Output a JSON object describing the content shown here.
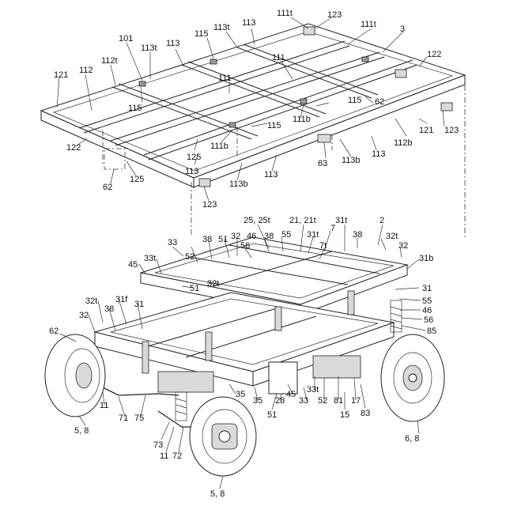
{
  "labels": {
    "upper_frame": [
      {
        "id": "l111t_a",
        "text": "111t"
      },
      {
        "id": "l123_a",
        "text": "123"
      },
      {
        "id": "l113t_a",
        "text": "113t"
      },
      {
        "id": "l113_a",
        "text": "113"
      },
      {
        "id": "l111t_b",
        "text": "111t"
      },
      {
        "id": "l3",
        "text": "3"
      },
      {
        "id": "l101",
        "text": "101"
      },
      {
        "id": "l115_a",
        "text": "115"
      },
      {
        "id": "l113t_b",
        "text": "113t"
      },
      {
        "id": "l113_b",
        "text": "113"
      },
      {
        "id": "l112t",
        "text": "112t"
      },
      {
        "id": "l112",
        "text": "112"
      },
      {
        "id": "l122_a",
        "text": "122"
      },
      {
        "id": "l121_a",
        "text": "121"
      },
      {
        "id": "l111_a",
        "text": "111"
      },
      {
        "id": "l111_b",
        "text": "111"
      },
      {
        "id": "l62_a",
        "text": "62"
      },
      {
        "id": "l115_b",
        "text": "115"
      },
      {
        "id": "l115_c",
        "text": "115"
      },
      {
        "id": "l111b_a",
        "text": "111b"
      },
      {
        "id": "l115_d",
        "text": "115"
      },
      {
        "id": "l121_b",
        "text": "121"
      },
      {
        "id": "l123_b",
        "text": "123"
      },
      {
        "id": "l122_b",
        "text": "122"
      },
      {
        "id": "l111b_b",
        "text": "111b"
      },
      {
        "id": "l112b",
        "text": "112b"
      },
      {
        "id": "l125_a",
        "text": "125"
      },
      {
        "id": "l125_b",
        "text": "125"
      },
      {
        "id": "l113_c",
        "text": "113"
      },
      {
        "id": "l63",
        "text": "63"
      },
      {
        "id": "l113b_a",
        "text": "113b"
      },
      {
        "id": "l113_d",
        "text": "113"
      },
      {
        "id": "l62_b",
        "text": "62"
      },
      {
        "id": "l113_e",
        "text": "113"
      },
      {
        "id": "l113b_b",
        "text": "113b"
      },
      {
        "id": "l123_c",
        "text": "123"
      }
    ],
    "lower_chassis": [
      {
        "id": "l25",
        "text": "25, 25t"
      },
      {
        "id": "l21",
        "text": "21, 21t"
      },
      {
        "id": "l31t_a",
        "text": "31t"
      },
      {
        "id": "l2",
        "text": "2"
      },
      {
        "id": "l33_a",
        "text": "33"
      },
      {
        "id": "l52_a",
        "text": "52"
      },
      {
        "id": "l38_a",
        "text": "38"
      },
      {
        "id": "l51_a",
        "text": "51"
      },
      {
        "id": "l32_a",
        "text": "32"
      },
      {
        "id": "l46_a",
        "text": "46"
      },
      {
        "id": "l38_b",
        "text": "38"
      },
      {
        "id": "l55_a",
        "text": "55"
      },
      {
        "id": "l31t_b",
        "text": "31t"
      },
      {
        "id": "l7",
        "text": "7"
      },
      {
        "id": "l38_c",
        "text": "38"
      },
      {
        "id": "l32t_a",
        "text": "32t"
      },
      {
        "id": "l56_a",
        "text": "56"
      },
      {
        "id": "l7t",
        "text": "7t"
      },
      {
        "id": "l32_b",
        "text": "32"
      },
      {
        "id": "l45_a",
        "text": "45"
      },
      {
        "id": "l33t_a",
        "text": "33t"
      },
      {
        "id": "l31b",
        "text": "31b"
      },
      {
        "id": "l32t_b",
        "text": "32t"
      },
      {
        "id": "l51_b",
        "text": "51"
      },
      {
        "id": "l31_a",
        "text": "31"
      },
      {
        "id": "l55_b",
        "text": "55"
      },
      {
        "id": "l32t_c",
        "text": "32t"
      },
      {
        "id": "l31f",
        "text": "31f"
      },
      {
        "id": "l31_b",
        "text": "31"
      },
      {
        "id": "l46_b",
        "text": "46"
      },
      {
        "id": "l32_c",
        "text": "32"
      },
      {
        "id": "l38_d",
        "text": "38"
      },
      {
        "id": "l56_b",
        "text": "56"
      },
      {
        "id": "l62_c",
        "text": "62"
      },
      {
        "id": "l85",
        "text": "85"
      },
      {
        "id": "l35_a",
        "text": "35"
      },
      {
        "id": "l45_b",
        "text": "45"
      },
      {
        "id": "l33t_b",
        "text": "33t"
      },
      {
        "id": "l35_b",
        "text": "35"
      },
      {
        "id": "l33_b",
        "text": "33"
      },
      {
        "id": "l52_b",
        "text": "52"
      },
      {
        "id": "l81",
        "text": "81"
      },
      {
        "id": "l17_a",
        "text": "17"
      },
      {
        "id": "l28",
        "text": "28"
      },
      {
        "id": "l11_a",
        "text": "11"
      },
      {
        "id": "l71",
        "text": "71"
      },
      {
        "id": "l75",
        "text": "75"
      },
      {
        "id": "l51_c",
        "text": "51"
      },
      {
        "id": "l15",
        "text": "15"
      },
      {
        "id": "l83",
        "text": "83"
      },
      {
        "id": "l58_a",
        "text": "5, 8"
      },
      {
        "id": "l68",
        "text": "6, 8"
      },
      {
        "id": "l73",
        "text": "73"
      },
      {
        "id": "l11_b",
        "text": "11"
      },
      {
        "id": "l72",
        "text": "72"
      },
      {
        "id": "l58_b",
        "text": "5, 8"
      }
    ]
  }
}
